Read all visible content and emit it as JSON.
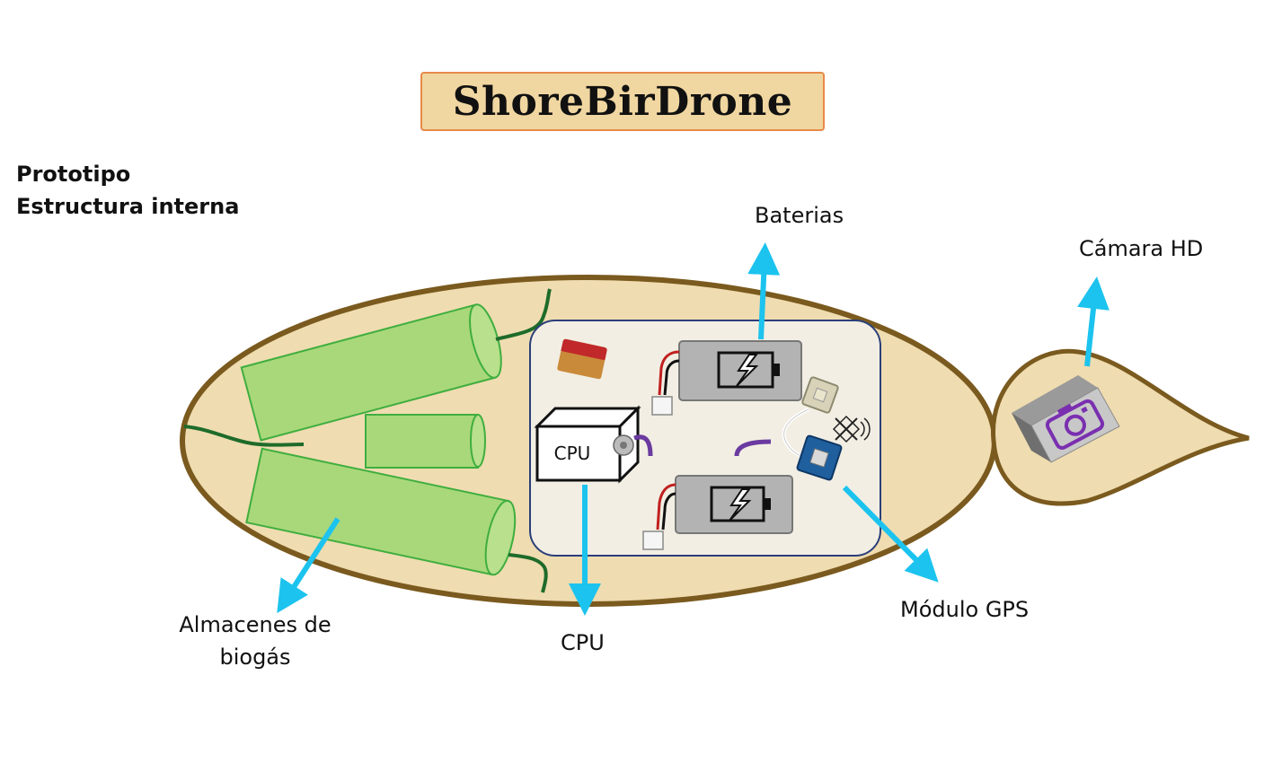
{
  "banner": {
    "title": "ShoreBirDrone"
  },
  "subtitle": {
    "line1": "Prototipo",
    "line2": "Estructura  interna"
  },
  "labels": {
    "baterias": "Baterias",
    "camara": "Cámara HD",
    "almacenes_line1": "Almacenes de",
    "almacenes_line2": "biogás",
    "cpu": "CPU",
    "gps": "Módulo GPS"
  },
  "cpu_box_label": "CPU",
  "colors": {
    "hull_fill": "#efdcb0",
    "hull_stroke": "#7a5a1e",
    "tank_fill": "#a9d87a",
    "tank_stroke": "#3fae3f",
    "arrow": "#1cc3ee",
    "wire_green": "#1e6b2a",
    "wire_purple": "#6a3aa0",
    "panel_fill": "#f2eee3",
    "panel_stroke": "#2a3f7a",
    "banner_fill": "#f0d6a0",
    "banner_stroke": "#e8894a",
    "camera_purple": "#7a2fb0"
  },
  "icons": [
    "battery-icon",
    "camera-icon",
    "gps-module-icon",
    "sd-card-icon",
    "satellite-icon",
    "arrow-icon"
  ]
}
